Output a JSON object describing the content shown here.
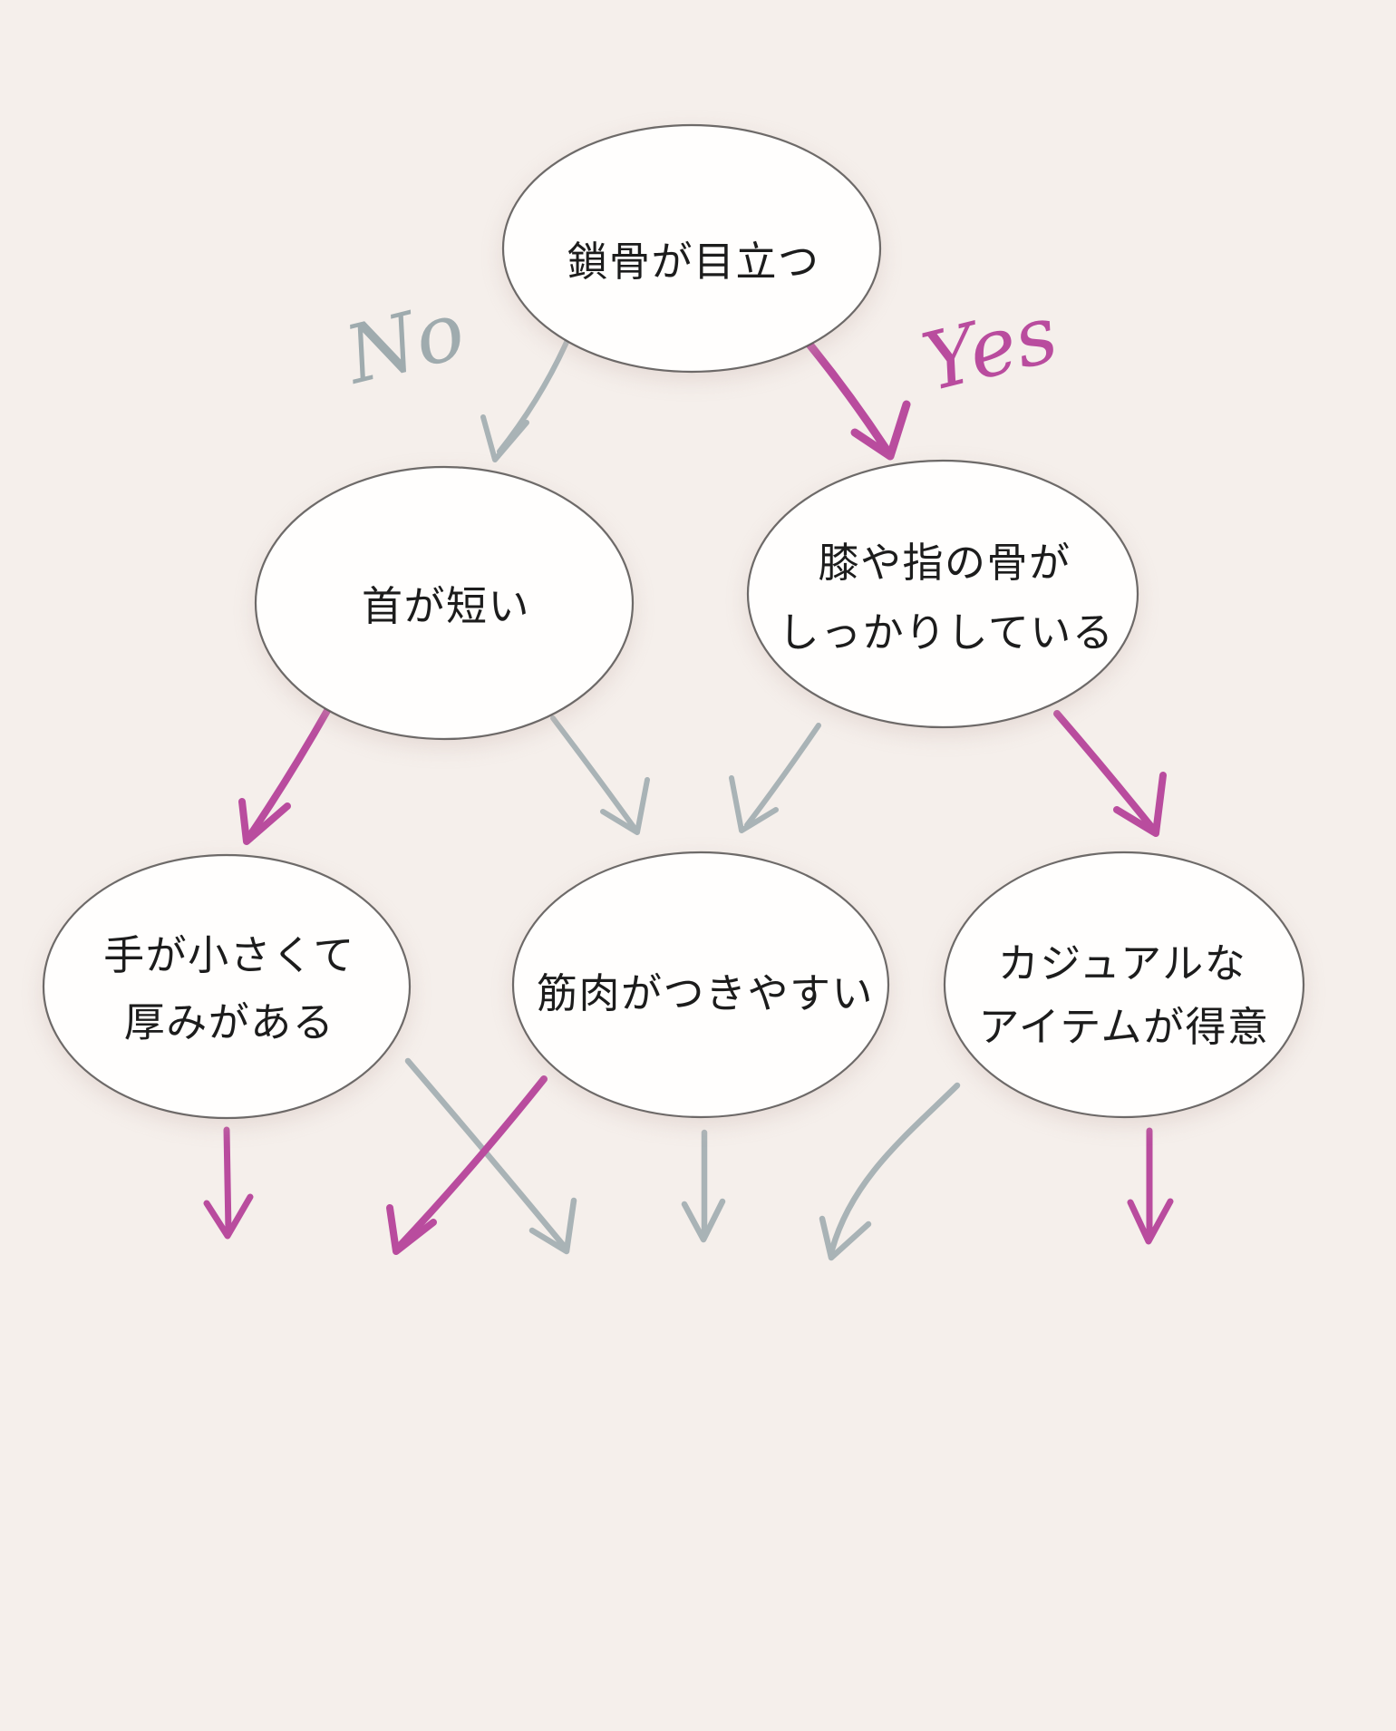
{
  "colors": {
    "background": "#f5efeb",
    "yes_pink": "#b94c9e",
    "no_gray": "#a9b3b6",
    "script_no": "#9fabae",
    "node_fill": "#fffefd",
    "node_outline": "#5a5755",
    "node_text": "#1c1c1c"
  },
  "branch_labels": {
    "no": "No",
    "yes": "Yes"
  },
  "nodes": [
    {
      "id": "collarbone",
      "lines": [
        "鎖骨が目立つ"
      ]
    },
    {
      "id": "short-neck",
      "lines": [
        "首が短い"
      ]
    },
    {
      "id": "knee-finger-bones",
      "lines": [
        "膝や指の骨が",
        "しっかりしている"
      ]
    },
    {
      "id": "small-thick-hands",
      "lines": [
        "手が小さくて",
        "厚みがある"
      ]
    },
    {
      "id": "muscle-easily",
      "lines": [
        "筋肉がつきやすい"
      ]
    },
    {
      "id": "casual-items",
      "lines": [
        "カジュアルな",
        "アイテムが得意"
      ]
    }
  ],
  "edges": [
    {
      "from": "鎖骨が目立つ",
      "to": "首が短い",
      "label": "No",
      "color": "gray"
    },
    {
      "from": "鎖骨が目立つ",
      "to": "膝や指の骨がしっかりしている",
      "label": "Yes",
      "color": "pink"
    },
    {
      "from": "首が短い",
      "to": "手が小さくて厚みがある",
      "color": "pink"
    },
    {
      "from": "首が短い",
      "to": "筋肉がつきやすい",
      "color": "gray"
    },
    {
      "from": "膝や指の骨がしっかりしている",
      "to": "筋肉がつきやすい",
      "color": "gray"
    },
    {
      "from": "膝や指の骨がしっかりしている",
      "to": "カジュアルなアイテムが得意",
      "color": "pink"
    },
    {
      "from": "手が小さくて厚みがある",
      "to": "result-offscreen",
      "color": "pink"
    },
    {
      "from": "手が小さくて厚みがある",
      "to": "result-offscreen",
      "color": "gray"
    },
    {
      "from": "筋肉がつきやすい",
      "to": "result-offscreen",
      "color": "pink"
    },
    {
      "from": "筋肉がつきやすい",
      "to": "result-offscreen",
      "color": "gray"
    },
    {
      "from": "カジュアルなアイテムが得意",
      "to": "result-offscreen",
      "color": "gray"
    },
    {
      "from": "カジュアルなアイテムが得意",
      "to": "result-offscreen",
      "color": "pink"
    }
  ]
}
